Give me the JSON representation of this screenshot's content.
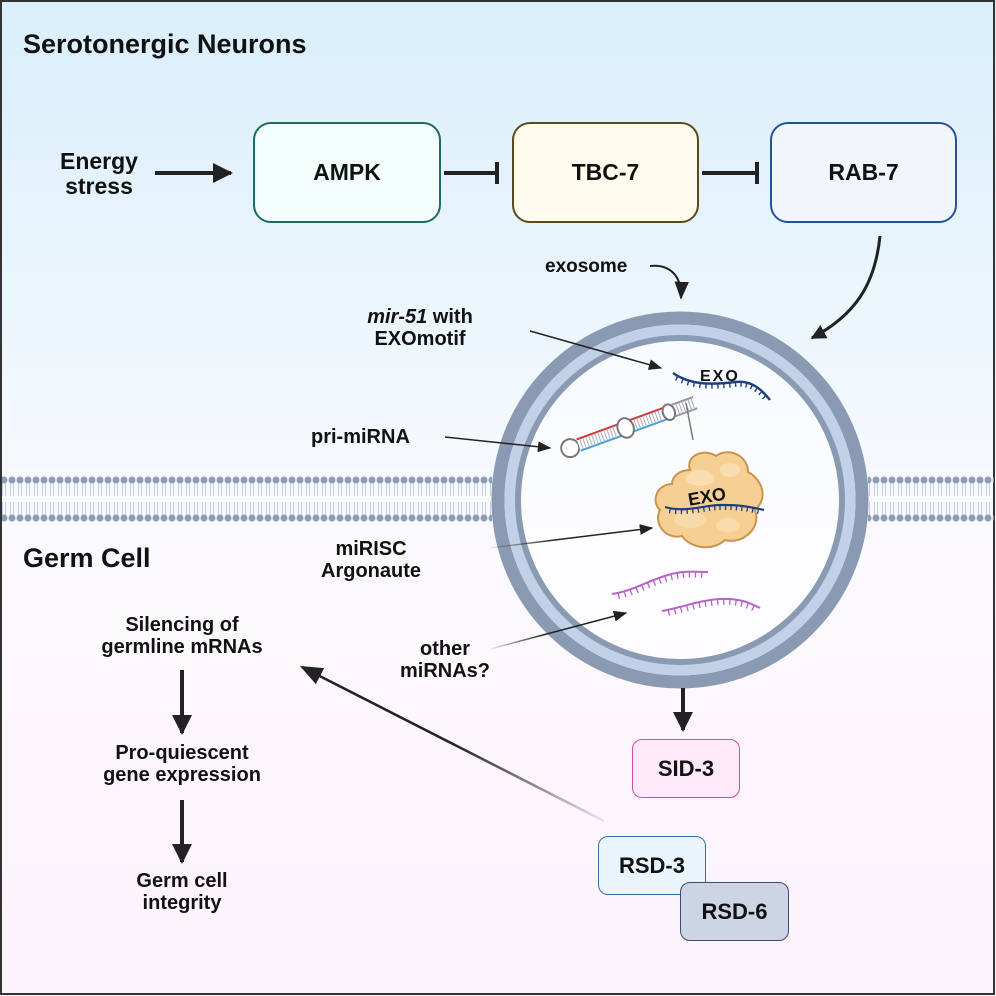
{
  "sections": {
    "top": {
      "title": "Serotonergic Neurons",
      "bg_color": "#d9eefc"
    },
    "bottom": {
      "title": "Germ Cell",
      "bg_color": "#fdf6fc"
    }
  },
  "pathway": {
    "input_label_line1": "Energy",
    "input_label_line2": "stress",
    "nodes": [
      {
        "id": "ampk",
        "label": "AMPK",
        "fill": "#f3fdfb",
        "border": "#1e6b60"
      },
      {
        "id": "tbc7",
        "label": "TBC-7",
        "fill": "#fffcee",
        "border": "#5a4a1e"
      },
      {
        "id": "rab7",
        "label": "RAB-7",
        "fill": "#f1f6fd",
        "border": "#24539b"
      }
    ],
    "edges": [
      {
        "from": "energy-stress",
        "to": "ampk",
        "type": "activation"
      },
      {
        "from": "ampk",
        "to": "tbc7",
        "type": "inhibition"
      },
      {
        "from": "tbc7",
        "to": "rab7",
        "type": "inhibition"
      },
      {
        "from": "rab7",
        "to": "exosome",
        "type": "activation"
      }
    ]
  },
  "exosome": {
    "label": "exosome",
    "membrane_color": "#8b9ab3",
    "membrane_light": "#c3d1e8",
    "contents": {
      "mir51_label_italic": "mir-51",
      "mir51_label_rest": " with",
      "mir51_label_line2": "EXOmotif",
      "mir51_motif": "EXO",
      "pri_mirna_label": "pri-miRNA",
      "mirisc_label_line1": "miRISC",
      "mirisc_label_line2": "Argonaute",
      "mirisc_motif": "EXO",
      "other_mirnas_line1": "other",
      "other_mirnas_line2": "miRNAs?"
    }
  },
  "germ_cell": {
    "steps": [
      {
        "line1": "Silencing of",
        "line2": "germline mRNAs"
      },
      {
        "line1": "Pro-quiescent",
        "line2": "gene expression"
      },
      {
        "line1": "Germ cell",
        "line2": "integrity"
      }
    ],
    "proteins": [
      {
        "id": "sid3",
        "label": "SID-3",
        "fill": "#fde9f7",
        "border": "#d04fa6"
      },
      {
        "id": "rsd3",
        "label": "RSD-3",
        "fill": "#eaf4fc",
        "border": "#3a6fa5"
      },
      {
        "id": "rsd6",
        "label": "RSD-6",
        "fill": "#cdd4e6",
        "border": "#3a4c7a"
      }
    ]
  },
  "colors": {
    "arrow": "#222222",
    "mirna_blue": "#1f3f7e",
    "mirna_purple": "#b463c7",
    "argonaute": "#f6cf95",
    "argonaute_edge": "#c9944a",
    "bilayer_head": "#8e9db5",
    "bilayer_tail": "#b9c8e2"
  }
}
